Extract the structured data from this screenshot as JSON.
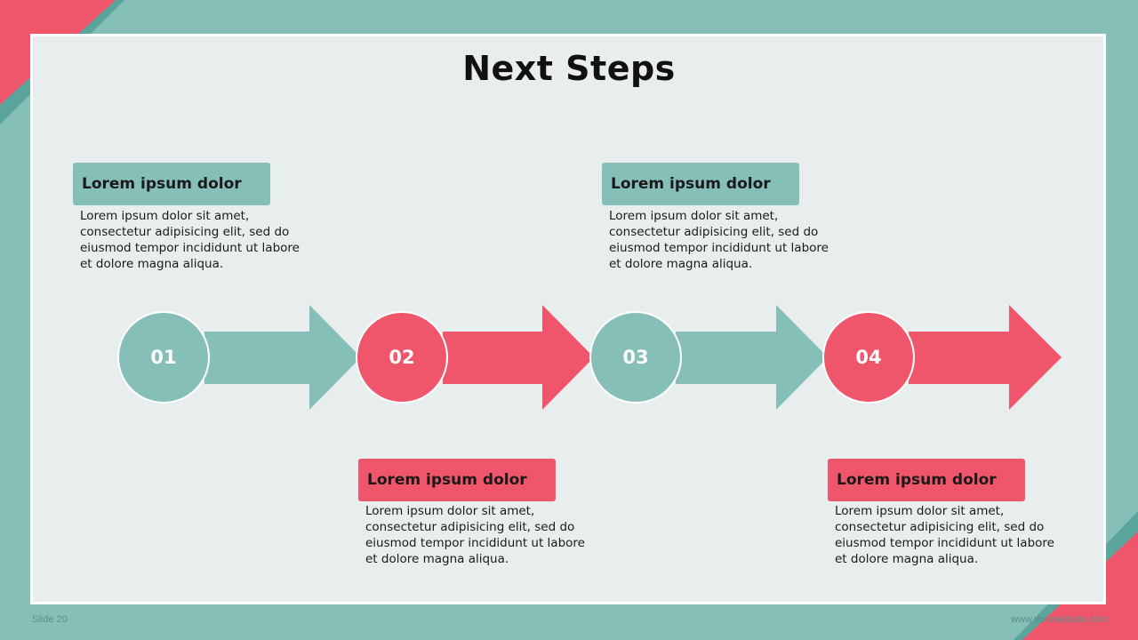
{
  "slide": {
    "title": "Next Steps",
    "footer_left": "Slide 20",
    "footer_right": "www.yourwebsite.com"
  },
  "colors": {
    "teal": "#85bfb8",
    "coral": "#f0566b",
    "panel": "#e8eded"
  },
  "steps": [
    {
      "number": "01",
      "heading": "Lorem ipsum dolor",
      "text": "Lorem ipsum dolor sit amet, consectetur adipisicing elit, sed do eiusmod tempor incididunt ut labore et dolore magna aliqua."
    },
    {
      "number": "02",
      "heading": "Lorem ipsum dolor",
      "text": "Lorem ipsum dolor sit amet, consectetur adipisicing elit, sed do eiusmod tempor incididunt ut labore et dolore magna aliqua."
    },
    {
      "number": "03",
      "heading": "Lorem ipsum dolor",
      "text": "Lorem ipsum dolor sit amet, consectetur adipisicing elit, sed do eiusmod tempor incididunt ut labore et dolore magna aliqua."
    },
    {
      "number": "04",
      "heading": "Lorem ipsum dolor",
      "text": "Lorem ipsum dolor sit amet, consectetur adipisicing elit, sed do eiusmod tempor incididunt ut labore et dolore magna aliqua."
    }
  ]
}
